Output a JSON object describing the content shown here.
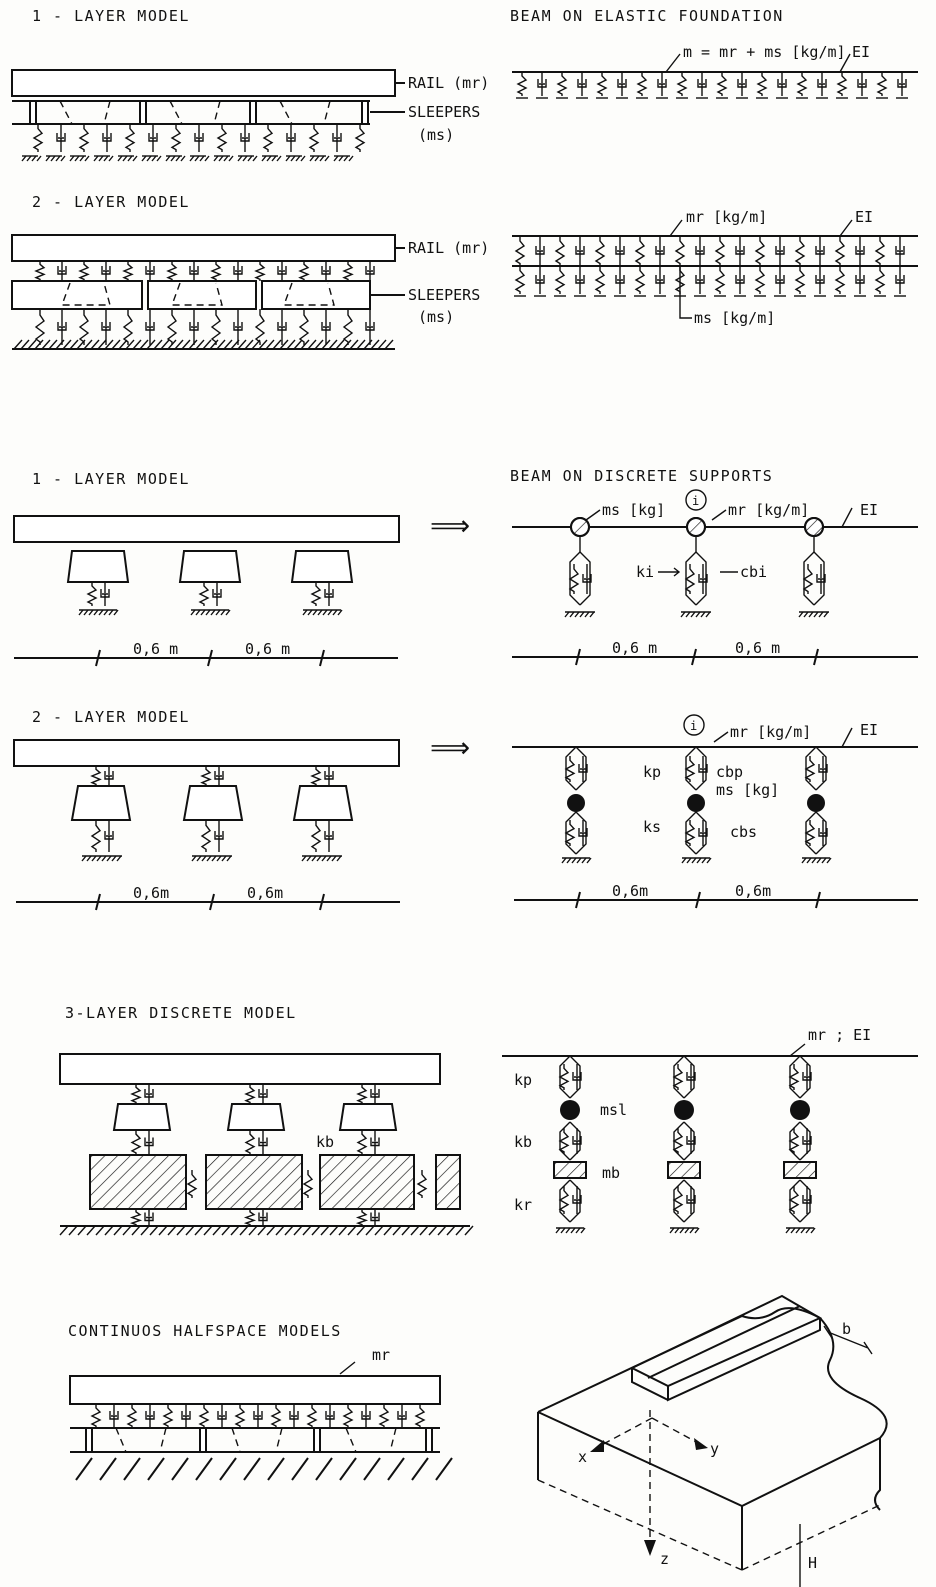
{
  "section1": {
    "left_title": "1 - LAYER MODEL",
    "right_title": "BEAM ON ELASTIC FOUNDATION",
    "rail_label": "RAIL (mr)",
    "sleepers_label": "SLEEPERS",
    "sleepers_mass": "(ms)",
    "mass_formula": "m = mr + ms [kg/m]",
    "stiffness": "EI"
  },
  "section2": {
    "left_title": "2 - LAYER MODEL",
    "rail_label": "RAIL (mr)",
    "sleepers_label": "SLEEPERS",
    "sleepers_mass": "(ms)",
    "rail_mass": "mr [kg/m]",
    "sleeper_mass": "ms [kg/m]",
    "stiffness": "EI"
  },
  "section3": {
    "left_title": "1 - LAYER MODEL",
    "right_title": "BEAM ON DISCRETE SUPPORTS",
    "sleeper_mass": "ms [kg]",
    "node": "i",
    "rail_mass": "mr [kg/m]",
    "stiffness": "EI",
    "spring": "ki",
    "damper": "cbi",
    "spacing": "0,6 m"
  },
  "section4": {
    "left_title": "2 - LAYER MODEL",
    "node": "i",
    "rail_mass": "mr [kg/m]",
    "stiffness": "EI",
    "pad_spring": "kp",
    "pad_damper": "cbp",
    "sleeper_mass": "ms [kg]",
    "ballast_spring": "ks",
    "ballast_damper": "cbs",
    "spacing": "0,6m"
  },
  "section5": {
    "left_title": "3-LAYER DISCRETE MODEL",
    "rail_params": "mr ; EI",
    "pad_spring": "kp",
    "sleeper_mass": "msl",
    "ballast_spring": "kb",
    "ballast_mass": "mb",
    "subgrade_spring": "kr",
    "left_kb": "kb"
  },
  "section6": {
    "left_title": "CONTINUOS HALFSPACE MODELS",
    "rail_mass": "mr",
    "width": "b",
    "axis_x": "x",
    "axis_y": "y",
    "axis_z": "z",
    "depth": "H"
  },
  "arrow_glyph": "⟹"
}
